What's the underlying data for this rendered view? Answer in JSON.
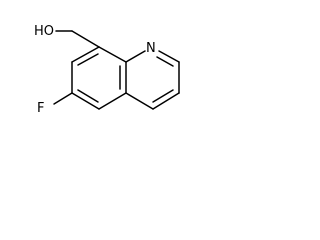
{
  "molecule": {
    "atom_labels": {
      "hydroxyl": "HO",
      "nitrogen": "N",
      "fluorine": "F"
    }
  },
  "colors": {
    "bond": "#000000",
    "label": "#000000",
    "background": "#ffffff"
  }
}
